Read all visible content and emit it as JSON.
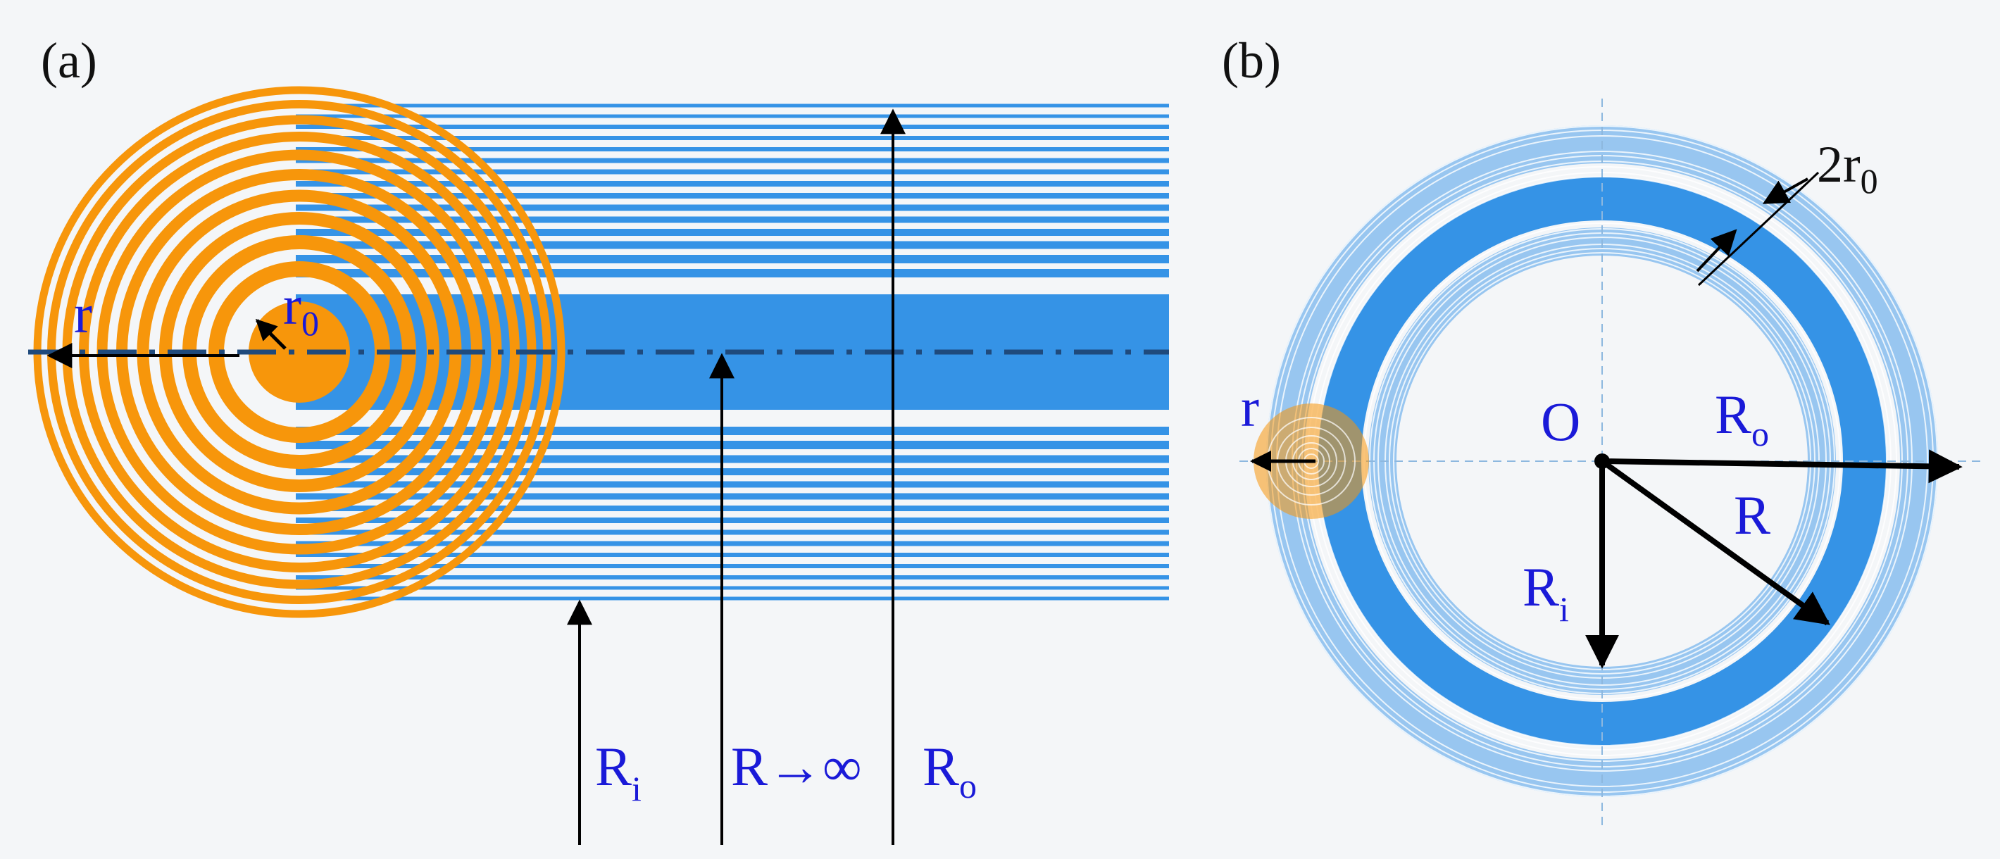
{
  "panels": {
    "a": {
      "label": "(a)"
    },
    "b": {
      "label": "(b)"
    }
  },
  "labels": {
    "r": "r",
    "r0_main": "r",
    "r0_sub": "0",
    "ri_main": "R",
    "ri_sub": "i",
    "r_inf": "R→∞",
    "ro_main": "R",
    "ro_sub": "o",
    "two_r0_main": "2r",
    "two_r0_sub": "0",
    "origin": "O",
    "R": "R"
  },
  "colors": {
    "orange": "#f7960b",
    "blue": "#3593e6",
    "blue_light": "#7ab6ee",
    "navy": "#1f4a7c",
    "text_blue": "#1a1ad8",
    "background": "#f4f6f8"
  },
  "icons": {
    "arrow": "arrowhead"
  }
}
